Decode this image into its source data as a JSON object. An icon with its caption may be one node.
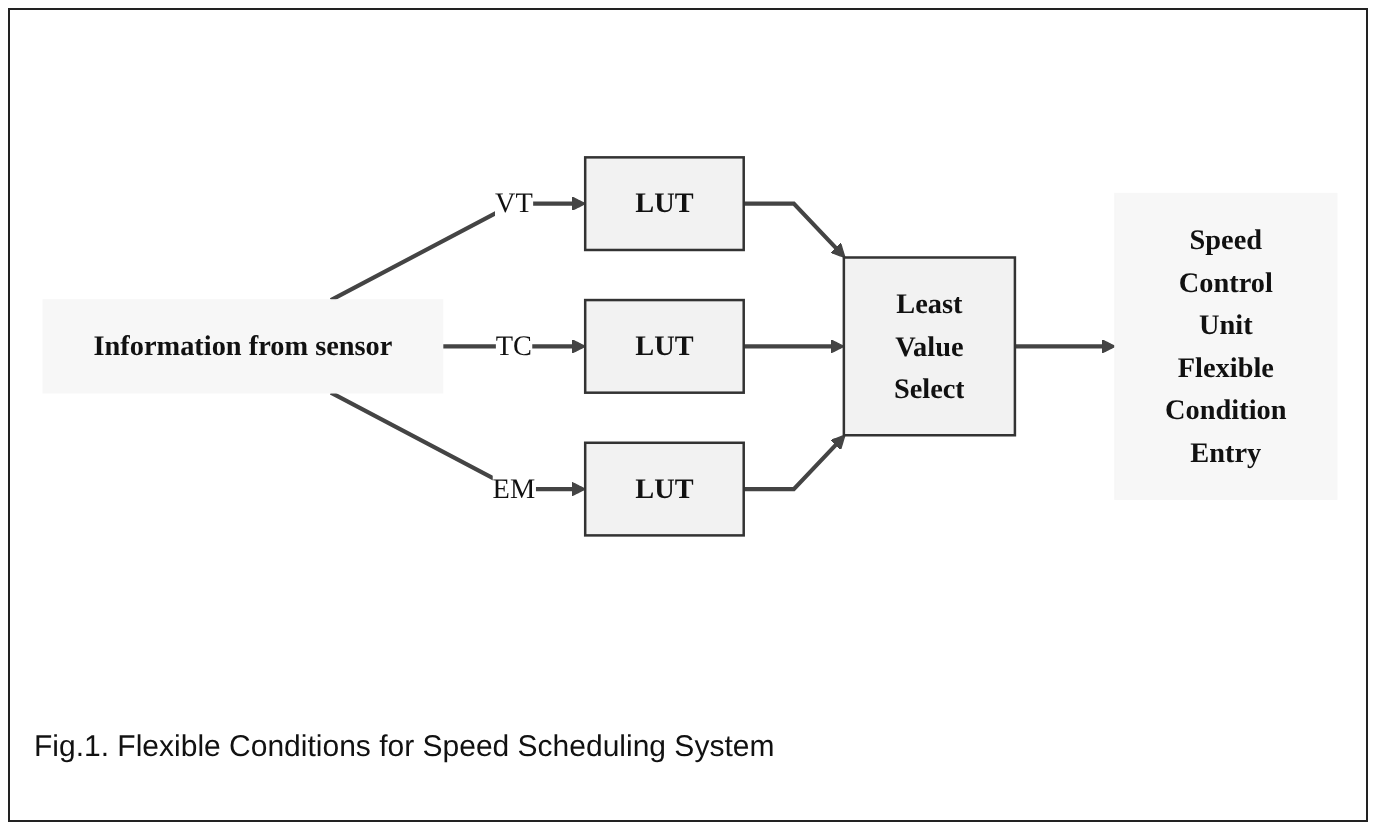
{
  "diagram": {
    "caption": "Fig.1. Flexible Conditions for Speed Scheduling System",
    "nodes": [
      {
        "text": [
          "Information from sensor"
        ]
      },
      {
        "text": [
          "LUT"
        ]
      },
      {
        "text": [
          "LUT"
        ]
      },
      {
        "text": [
          "LUT"
        ]
      },
      {
        "text": [
          "Least Value Select"
        ]
      },
      {
        "text": [
          "Speed Control Unit Flexible Condition Entry"
        ]
      }
    ],
    "edges": [
      {
        "from": 0,
        "to": 1,
        "arrow": "to",
        "label": "VT"
      },
      {
        "from": 0,
        "to": 2,
        "arrow": "to",
        "label": "TC"
      },
      {
        "from": 0,
        "to": 3,
        "arrow": "to",
        "label": "EM"
      },
      {
        "from": 1,
        "to": 4,
        "arrow": "to"
      },
      {
        "from": 2,
        "to": 4,
        "arrow": "to"
      },
      {
        "from": 3,
        "to": 4,
        "arrow": "to"
      },
      {
        "from": 4,
        "to": 5,
        "arrow": "to"
      }
    ]
  }
}
